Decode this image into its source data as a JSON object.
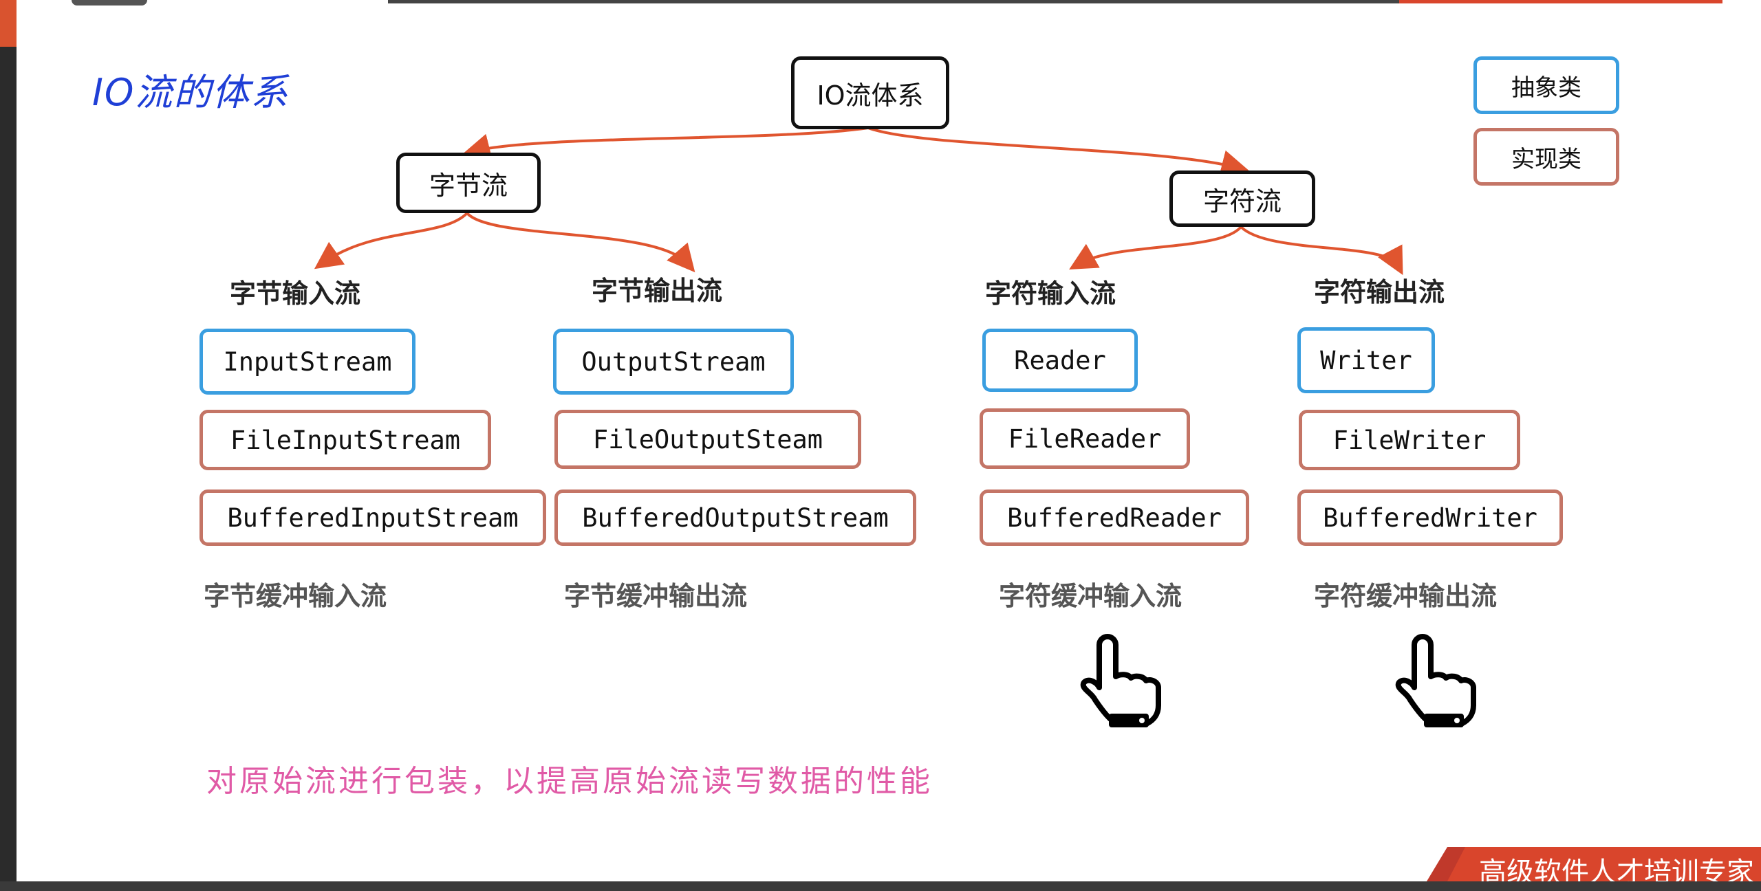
{
  "title": "IO流的体系",
  "root": "IO流体系",
  "byte_stream": "字节流",
  "char_stream": "字符流",
  "legend": {
    "abstract": "抽象类",
    "impl": "实现类"
  },
  "columns": [
    {
      "heading": "字节输入流",
      "abstract": "InputStream",
      "impl": "FileInputStream",
      "buffered": "BufferedInputStream",
      "caption": "字节缓冲输入流"
    },
    {
      "heading": "字节输出流",
      "abstract": "OutputStream",
      "impl": "FileOutputSteam",
      "buffered": "BufferedOutputStream",
      "caption": "字节缓冲输出流"
    },
    {
      "heading": "字符输入流",
      "abstract": "Reader",
      "impl": "FileReader",
      "buffered": "BufferedReader",
      "caption": "字符缓冲输入流"
    },
    {
      "heading": "字符输出流",
      "abstract": "Writer",
      "impl": "FileWriter",
      "buffered": "BufferedWriter",
      "caption": "字符缓冲输出流"
    }
  ],
  "note": "对原始流进行包装，以提高原始流读写数据的性能",
  "footer_banner": "高级软件人才培训专家",
  "colors": {
    "abstract_border": "#3a9ee0",
    "impl_border": "#c47566",
    "arrow": "#e0552f",
    "note": "#e05aa6",
    "title": "#1f3fd6"
  },
  "icons": [
    "pointing-hand-icon",
    "pointing-hand-icon"
  ]
}
